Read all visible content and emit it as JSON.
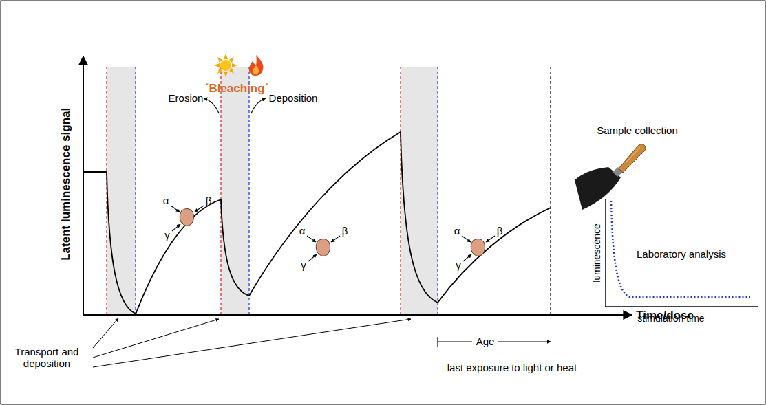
{
  "diagram": {
    "labels": [
      "Latent luminescence signal",
      "Time/dose",
      "´Bleaching´",
      "Erosion",
      "Deposition",
      "Sample collection",
      "luminescence",
      "Laboratory analysis",
      "stimulation time",
      "Transport and deposition",
      "Age",
      "last exposure to light or heat",
      "α",
      "β",
      "γ",
      "α",
      "β",
      "γ",
      "α",
      "β",
      "γ"
    ]
  }
}
